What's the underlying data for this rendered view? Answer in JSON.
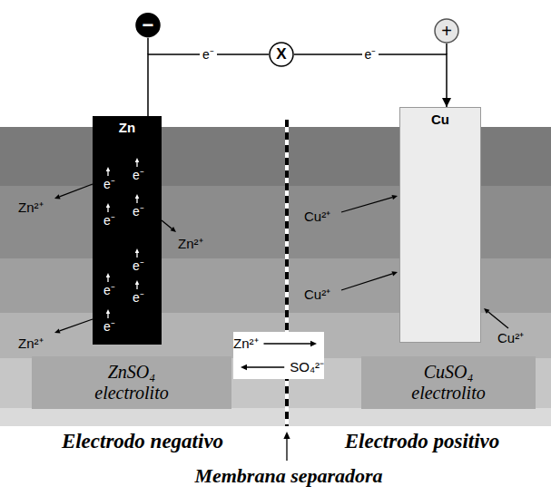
{
  "diagram": {
    "nodes": [
      {
        "text": [
          "−"
        ]
      },
      {
        "text": [
          "X"
        ]
      },
      {
        "text": [
          "+"
        ]
      },
      {
        "text": [
          "Zn"
        ]
      },
      {
        "text": [
          "Cu"
        ]
      },
      {
        "text": [
          "ZnSO₄ electrolito"
        ]
      },
      {
        "text": [
          "Zn²⁺",
          "SO₄²⁻"
        ]
      },
      {
        "text": [
          "CuSO₄ electrolito"
        ]
      }
    ],
    "edges": [
      {
        "from": 3,
        "to": 1,
        "arrow": "none",
        "label": "e⁻"
      },
      {
        "from": 1,
        "to": 4,
        "arrow": "to",
        "label": "e⁻"
      }
    ],
    "labels": [
      "Zn²⁺",
      "Zn²⁺",
      "Zn²⁺",
      "e⁻",
      "e⁻",
      "e⁻",
      "e⁻",
      "e⁻",
      "e⁻",
      "e⁻",
      "e⁻",
      "Cu²⁺",
      "Cu²⁺",
      "Cu²⁺",
      "Electrodo negativo",
      "Electrodo positivo",
      "Membrana separadora"
    ]
  }
}
